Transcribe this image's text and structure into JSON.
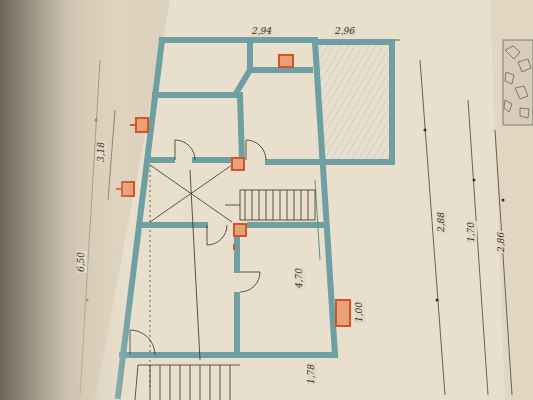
{
  "diagram": {
    "labels": [
      "2,94",
      "2,96",
      "3,18",
      "6,50",
      "4,70",
      "2,88",
      "1,70",
      "2,86",
      "1,78",
      "1,00"
    ]
  }
}
